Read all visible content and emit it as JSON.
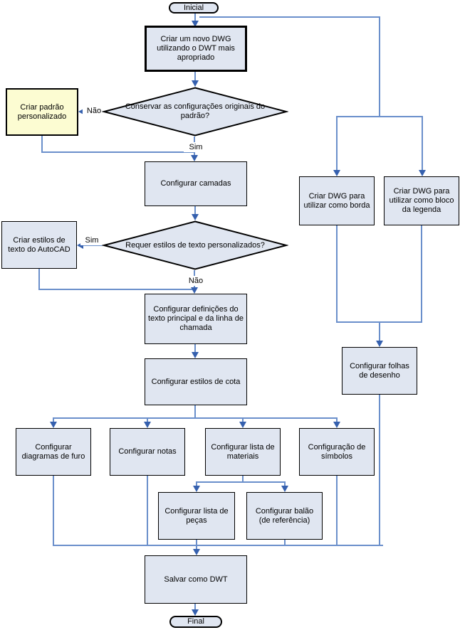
{
  "diagram": {
    "title_implicit": "Fluxo de criação de DWT",
    "nodes": {
      "inicial": {
        "label": "Inicial",
        "type": "terminator"
      },
      "criar_dwg": {
        "label": "Criar um novo DWG utilizando o DWT mais apropriado",
        "type": "process"
      },
      "decisao_config": {
        "label": "Conservar as configurações originais do padrão?",
        "type": "decision"
      },
      "padrao_personalizado": {
        "label": "Criar padrão personalizado",
        "type": "process"
      },
      "camadas": {
        "label": "Configurar camadas",
        "type": "process"
      },
      "decisao_estilos": {
        "label": "Requer estilos de texto personalizados?",
        "type": "decision"
      },
      "estilos_texto": {
        "label": "Criar estilos de texto do AutoCAD",
        "type": "process"
      },
      "definicoes_texto": {
        "label": "Configurar definições do texto principal e da linha de chamada",
        "type": "process"
      },
      "estilos_cota": {
        "label": "Configurar estilos de cota",
        "type": "process"
      },
      "dwg_borda": {
        "label": "Criar DWG para utilizar como borda",
        "type": "process"
      },
      "dwg_legenda": {
        "label": "Criar DWG para utilizar como bloco da legenda",
        "type": "process"
      },
      "folhas_desenho": {
        "label": "Configurar folhas de desenho",
        "type": "process"
      },
      "diagramas_furo": {
        "label": "Configurar diagramas de furo",
        "type": "process"
      },
      "notas": {
        "label": "Configurar notas",
        "type": "process"
      },
      "lista_materiais": {
        "label": "Configurar lista de materiais",
        "type": "process"
      },
      "simbolos": {
        "label": "Configuração de símbolos",
        "type": "process"
      },
      "lista_pecas": {
        "label": "Configurar lista de peças",
        "type": "process"
      },
      "balao": {
        "label": "Configurar balão (de referência)",
        "type": "process"
      },
      "salvar_dwt": {
        "label": "Salvar como DWT",
        "type": "process"
      },
      "final": {
        "label": "Final",
        "type": "terminator"
      }
    },
    "edge_labels": {
      "nao1": "Não",
      "sim1": "Sim",
      "sim2": "Sim",
      "nao2": "Não"
    },
    "colors": {
      "node_fill": "#e0e6f1",
      "yellow_fill": "#fcfcd2",
      "line": "#6a8fcb",
      "arrow": "#3560ae",
      "border": "#000000"
    }
  }
}
